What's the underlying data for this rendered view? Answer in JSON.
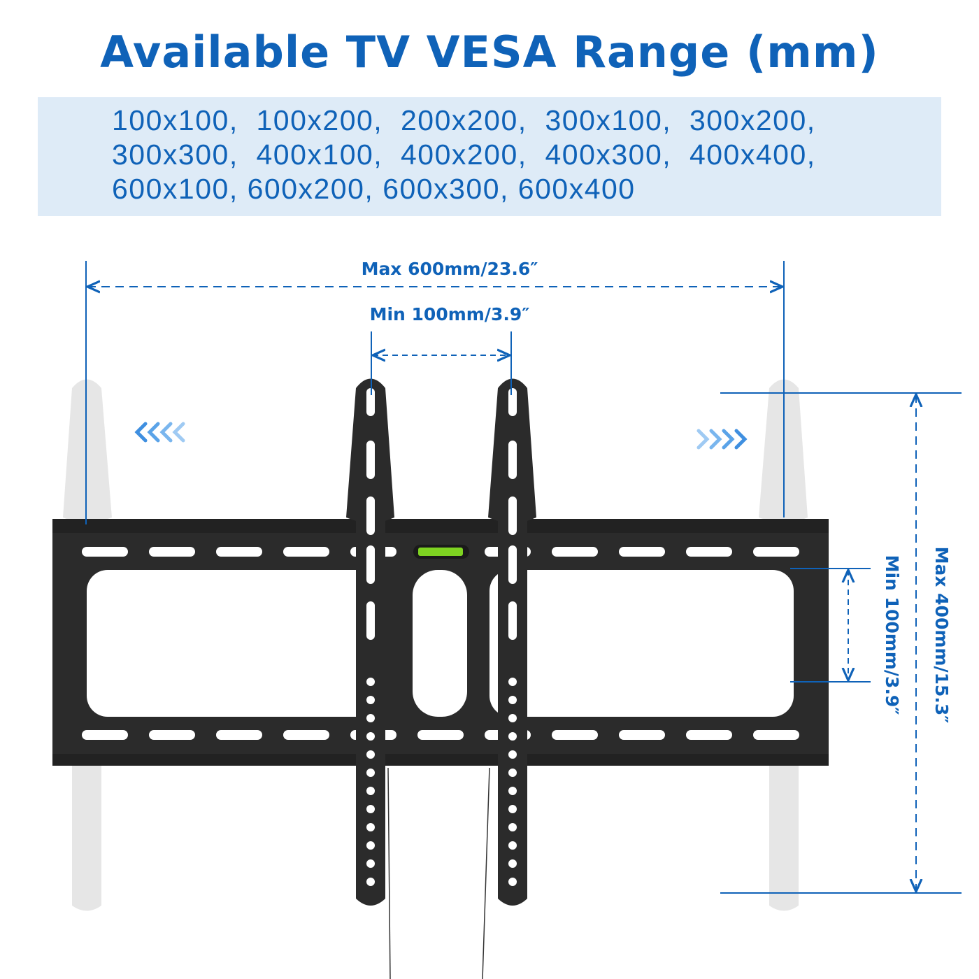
{
  "title": "Available TV VESA Range (mm)",
  "vesa_lines": [
    "100x100,  100x200,  200x200,  300x100,  300x200,",
    "300x300,  400x100,  400x200,  400x300,  400x400,",
    "600x100, 600x200, 600x300, 600x400"
  ],
  "dimensions": {
    "max_width": "Max 600mm/23.6″",
    "min_width": "Min 100mm/3.9″",
    "max_height": "Max 400mm/15.3″",
    "min_height": "Min 100mm/3.9″"
  },
  "colors": {
    "accent": "#0f62b8",
    "band": "#deebf7",
    "plate": "#2b2b2b",
    "level": "#7ed321"
  }
}
